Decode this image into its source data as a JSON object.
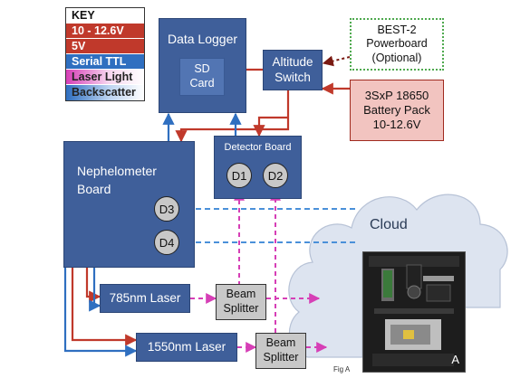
{
  "key": {
    "title": "KEY",
    "items": [
      {
        "label": "10 - 12.6V",
        "kind": "red"
      },
      {
        "label": "5V",
        "kind": "red"
      },
      {
        "label": "Serial TTL",
        "kind": "blue"
      },
      {
        "label": "Laser Light",
        "kind": "laser"
      },
      {
        "label": "Backscatter",
        "kind": "back"
      }
    ]
  },
  "nodes": {
    "data_logger": "Data Logger",
    "sd_card": "SD Card",
    "altitude_switch": "Altitude Switch",
    "powerboard": "BEST-2 Powerboard (Optional)",
    "battery": "3SxP 18650 Battery Pack 10-12.6V",
    "detector_board": "Detector Board",
    "d1": "D1",
    "d2": "D2",
    "nephelometer": "Nephelometer Board",
    "d3": "D3",
    "d4": "D4",
    "laser_785": "785nm Laser",
    "laser_1550": "1550nm Laser",
    "beam_splitter_1": "Beam Splitter",
    "beam_splitter_2": "Beam Splitter"
  },
  "cloud_label": "Cloud",
  "photo_label": "A",
  "fig_label": "Fig A",
  "colors": {
    "power": "#c0392b",
    "serial": "#2f6fc0",
    "laser": "#d63fb6",
    "backscatter": "#4a90d9",
    "box_blue": "#3f5f9a",
    "box_red": "#c0392b",
    "box_pink": "#f2c4c0",
    "box_gray": "#c8c8c8",
    "powerboard_border": "#4ea94e"
  }
}
